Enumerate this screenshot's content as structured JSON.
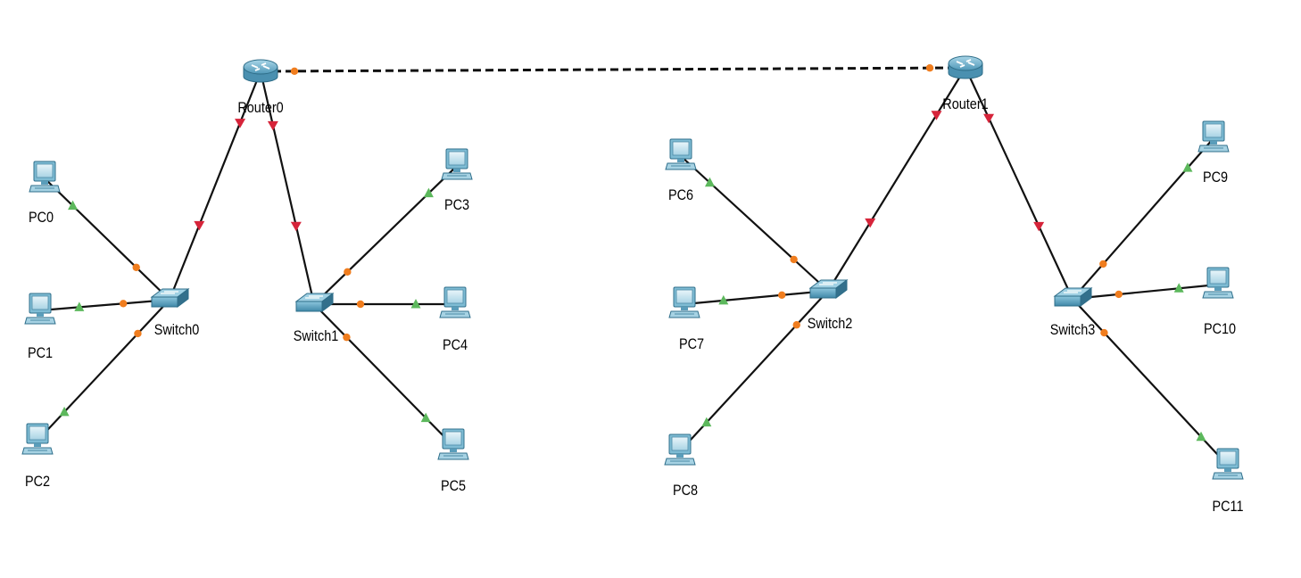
{
  "colors": {
    "link": "#111111",
    "port_up": "#5cb85c",
    "port_mid": "#f07d1e",
    "port_down": "#d6243a",
    "device_body": "#6fb3cf",
    "device_dark": "#3c7d99"
  },
  "devices": {
    "routers": [
      {
        "id": "router0",
        "label": "Router0",
        "icon": "router-icon"
      },
      {
        "id": "router1",
        "label": "Router1",
        "icon": "router-icon"
      }
    ],
    "switches": [
      {
        "id": "switch0",
        "label": "Switch0",
        "icon": "switch-icon"
      },
      {
        "id": "switch1",
        "label": "Switch1",
        "icon": "switch-icon"
      },
      {
        "id": "switch2",
        "label": "Switch2",
        "icon": "switch-icon"
      },
      {
        "id": "switch3",
        "label": "Switch3",
        "icon": "switch-icon"
      }
    ],
    "pcs": [
      {
        "id": "pc0",
        "label": "PC0",
        "icon": "pc-icon"
      },
      {
        "id": "pc1",
        "label": "PC1",
        "icon": "pc-icon"
      },
      {
        "id": "pc2",
        "label": "PC2",
        "icon": "pc-icon"
      },
      {
        "id": "pc3",
        "label": "PC3",
        "icon": "pc-icon"
      },
      {
        "id": "pc4",
        "label": "PC4",
        "icon": "pc-icon"
      },
      {
        "id": "pc5",
        "label": "PC5",
        "icon": "pc-icon"
      },
      {
        "id": "pc6",
        "label": "PC6",
        "icon": "pc-icon"
      },
      {
        "id": "pc7",
        "label": "PC7",
        "icon": "pc-icon"
      },
      {
        "id": "pc8",
        "label": "PC8",
        "icon": "pc-icon"
      },
      {
        "id": "pc9",
        "label": "PC9",
        "icon": "pc-icon"
      },
      {
        "id": "pc10",
        "label": "PC10",
        "icon": "pc-icon"
      },
      {
        "id": "pc11",
        "label": "PC11",
        "icon": "pc-icon"
      }
    ]
  },
  "links": [
    {
      "from": "router0",
      "to": "router1",
      "style": "dashed",
      "from_state": "mid",
      "to_state": "mid"
    },
    {
      "from": "router0",
      "to": "switch0",
      "style": "solid",
      "from_state": "down",
      "to_state": "down"
    },
    {
      "from": "router0",
      "to": "switch1",
      "style": "solid",
      "from_state": "down",
      "to_state": "down"
    },
    {
      "from": "router1",
      "to": "switch2",
      "style": "solid",
      "from_state": "down",
      "to_state": "down"
    },
    {
      "from": "router1",
      "to": "switch3",
      "style": "solid",
      "from_state": "down",
      "to_state": "down"
    },
    {
      "from": "pc0",
      "to": "switch0",
      "style": "solid",
      "from_state": "up",
      "to_state": "mid"
    },
    {
      "from": "pc1",
      "to": "switch0",
      "style": "solid",
      "from_state": "up",
      "to_state": "mid"
    },
    {
      "from": "pc2",
      "to": "switch0",
      "style": "solid",
      "from_state": "up",
      "to_state": "mid"
    },
    {
      "from": "pc3",
      "to": "switch1",
      "style": "solid",
      "from_state": "up",
      "to_state": "mid"
    },
    {
      "from": "pc4",
      "to": "switch1",
      "style": "solid",
      "from_state": "up",
      "to_state": "mid"
    },
    {
      "from": "pc5",
      "to": "switch1",
      "style": "solid",
      "from_state": "up",
      "to_state": "mid"
    },
    {
      "from": "pc6",
      "to": "switch2",
      "style": "solid",
      "from_state": "up",
      "to_state": "mid"
    },
    {
      "from": "pc7",
      "to": "switch2",
      "style": "solid",
      "from_state": "up",
      "to_state": "mid"
    },
    {
      "from": "pc8",
      "to": "switch2",
      "style": "solid",
      "from_state": "up",
      "to_state": "mid"
    },
    {
      "from": "pc9",
      "to": "switch3",
      "style": "solid",
      "from_state": "up",
      "to_state": "mid"
    },
    {
      "from": "pc10",
      "to": "switch3",
      "style": "solid",
      "from_state": "up",
      "to_state": "mid"
    },
    {
      "from": "pc11",
      "to": "switch3",
      "style": "solid",
      "from_state": "up",
      "to_state": "mid"
    }
  ]
}
